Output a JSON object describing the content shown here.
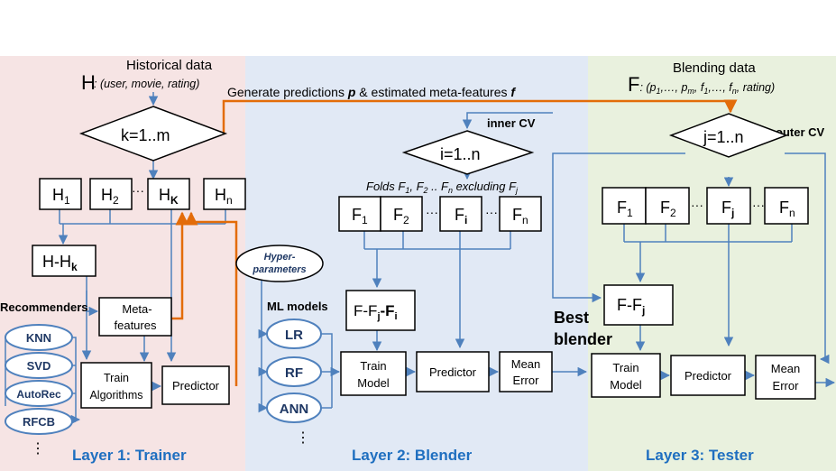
{
  "colors": {
    "trainer_bg": "#f6e4e4",
    "blender_bg": "#e1e9f5",
    "tester_bg": "#e9f1de",
    "arrow_blue": "#4f81bd",
    "arrow_orange": "#e36c09",
    "title_blue": "#1f6fc0",
    "ellipse_text": "#1f3864"
  },
  "trainer": {
    "section_title": "Layer 1: Trainer",
    "hist_title": "Historical data",
    "hist_symbol": "H",
    "hist_detail": ": (user, movie, rating)",
    "loop": "k=1..m",
    "fold_1_main": "H",
    "fold_1_sub": "1",
    "fold_2_main": "H",
    "fold_2_sub": "2",
    "fold_k_main": "H",
    "fold_k_sub": "K",
    "fold_n_main": "H",
    "fold_n_sub": "n",
    "dots": "···",
    "hk_main": "H-H",
    "hk_sub": "k",
    "recommenders_label": "Recommenders",
    "rec_1": "KNN",
    "rec_2": "SVD",
    "rec_3": "AutoRec",
    "rec_4": "RFCB",
    "rec_more": "⋮",
    "meta_1": "Meta-",
    "meta_2": "features",
    "train_1": "Train",
    "train_2": "Algorithms",
    "predictor": "Predictor"
  },
  "generate": {
    "text_a": "Generate predictions ",
    "text_p": "p",
    "text_b": " & estimated meta-features ",
    "text_f": "f"
  },
  "blender": {
    "section_title": "Layer 2: Blender",
    "inner_cv": "inner CV",
    "loop": "i=1..n",
    "folds_a": "Folds F",
    "folds_s1": "1",
    "folds_b": ", F",
    "folds_s2": "2",
    "folds_c": " .. F",
    "folds_sn": "n",
    "folds_d": " excluding F",
    "folds_sj": "j",
    "fold_1_main": "F",
    "fold_1_sub": "1",
    "fold_2_main": "F",
    "fold_2_sub": "2",
    "fold_i_main": "F",
    "fold_i_sub": "i",
    "fold_n_main": "F",
    "fold_n_sub": "n",
    "dots": "···",
    "hyper_1": "Hyper-",
    "hyper_2": "parameters",
    "ml_label": "ML models",
    "model_1": "LR",
    "model_2": "RF",
    "model_3": "ANN",
    "model_more": "⋮",
    "ffi_a": "F-F",
    "ffi_sj": "j",
    "ffi_b": "-F",
    "ffi_si": "i",
    "train_1": "Train",
    "train_2": "Model",
    "predictor": "Predictor",
    "mean_1": "Mean",
    "mean_2": "Error",
    "best_1": "Best",
    "best_2": "blender"
  },
  "tester": {
    "section_title": "Layer 3: Tester",
    "blend_title": "Blending data",
    "blend_symbol": "F",
    "blend_detail_a": ": (p",
    "blend_s1": "1",
    "blend_detail_b": ",…, p",
    "blend_sm": "m",
    "blend_detail_c": ", f",
    "blend_s2": "1",
    "blend_detail_d": ",…, f",
    "blend_sn": "n",
    "blend_detail_e": ", rating)",
    "outer_cv": "outer CV",
    "loop": "j=1..n",
    "fold_1_main": "F",
    "fold_1_sub": "1",
    "fold_2_main": "F",
    "fold_2_sub": "2",
    "fold_j_main": "F",
    "fold_j_sub": "j",
    "fold_n_main": "F",
    "fold_n_sub": "n",
    "dots": "···",
    "ffj_a": "F-F",
    "ffj_sj": "j",
    "train_1": "Train",
    "train_2": "Model",
    "predictor": "Predictor",
    "mean_1": "Mean",
    "mean_2": "Error"
  }
}
